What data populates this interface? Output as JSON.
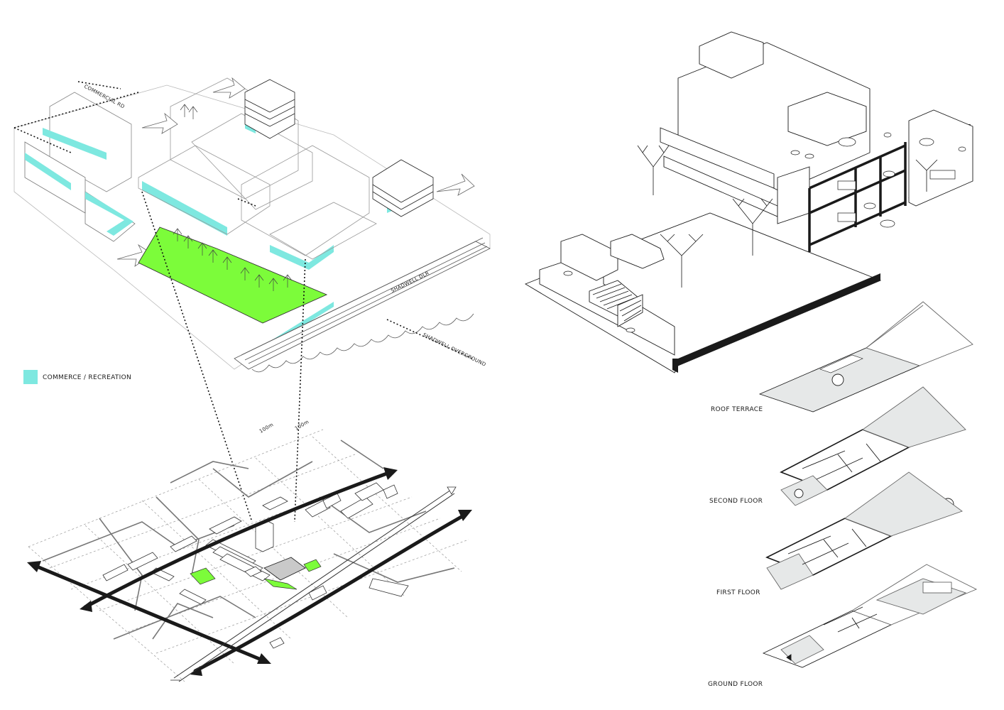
{
  "legend": {
    "swatch_color": "#7EE8E0",
    "label": "COMMERCE / RECREATION"
  },
  "site_labels": {
    "commercial_rd": "COMMERCIAL RD",
    "shadwell_dlr": "SHADWELL DLR",
    "shadwell_overground": "SHADWELL OVERGROUND"
  },
  "scale_labels": {
    "a": "100m",
    "b": "100m"
  },
  "floor_labels": {
    "roof": "ROOF TERRACE",
    "second": "SECOND FLOOR",
    "first": "FIRST FLOOR",
    "ground": "GROUND FLOOR"
  },
  "colors": {
    "green_space": "#7CFC3A",
    "commerce": "#7EE8E0",
    "plan_fill": "#E6E8E8",
    "ink": "#1a1a1a"
  }
}
